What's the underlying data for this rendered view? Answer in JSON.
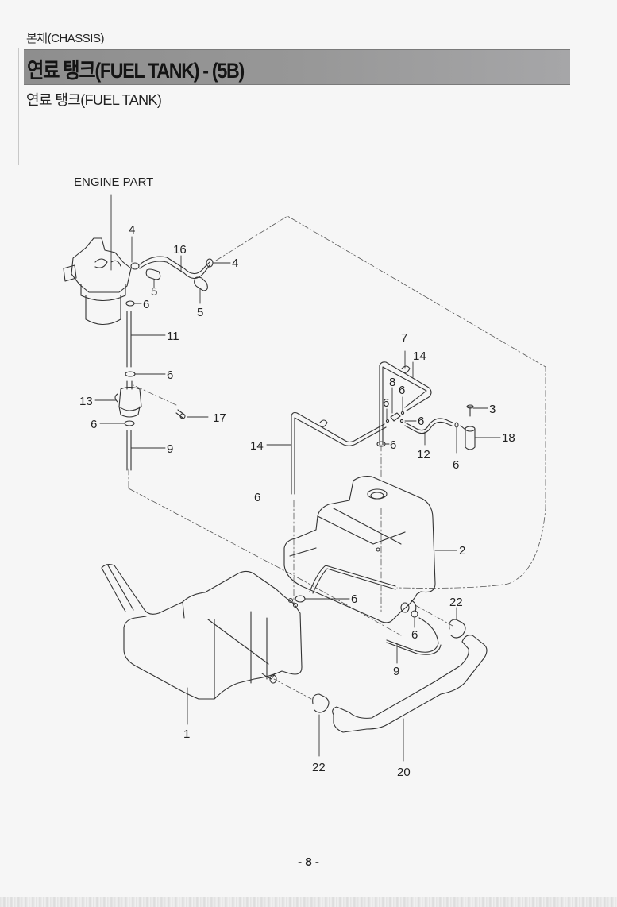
{
  "header": {
    "section": "본체(CHASSIS)",
    "banner_title": "연료 탱크(FUEL TANK) - (5B)",
    "subtitle": "연료 탱크(FUEL TANK)"
  },
  "diagram": {
    "engine_label": "ENGINE PART",
    "callouts": {
      "c1": "1",
      "c2": "2",
      "c3": "3",
      "c4a": "4",
      "c4b": "4",
      "c5a": "5",
      "c5b": "5",
      "c6a": "6",
      "c6b": "6",
      "c6c": "6",
      "c6d": "6",
      "c6e": "6",
      "c6f": "6",
      "c6g": "6",
      "c6h": "6",
      "c6i": "6",
      "c6j": "6",
      "c6k": "6",
      "c7": "7",
      "c8": "8",
      "c9a": "9",
      "c9b": "9",
      "c11": "11",
      "c12": "12",
      "c13": "13",
      "c14a": "14",
      "c14b": "14",
      "c16": "16",
      "c17": "17",
      "c18": "18",
      "c20": "20",
      "c22a": "22",
      "c22b": "22"
    }
  },
  "footer": {
    "page_number": "- 8 -"
  }
}
